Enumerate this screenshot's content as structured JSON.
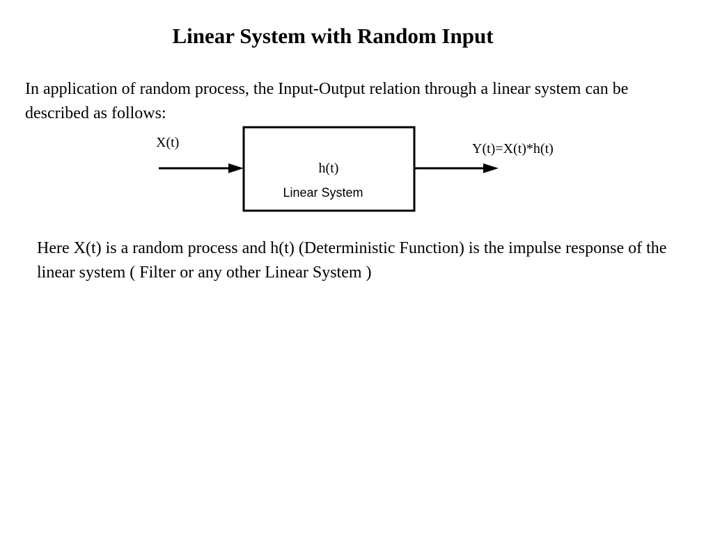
{
  "slide": {
    "title": "Linear System with Random Input",
    "intro": "In application of random process, the Input-Output relation through a linear system can be described as follows:",
    "description": "Here  X(t)  is a random process and h(t) (Deterministic Function) is the impulse response of the linear system ( Filter or any other Linear System )"
  },
  "diagram": {
    "input_label": "X(t)",
    "system_function": "h(t)",
    "system_name": "Linear System",
    "output_label": "Y(t)=X(t)*h(t)"
  }
}
